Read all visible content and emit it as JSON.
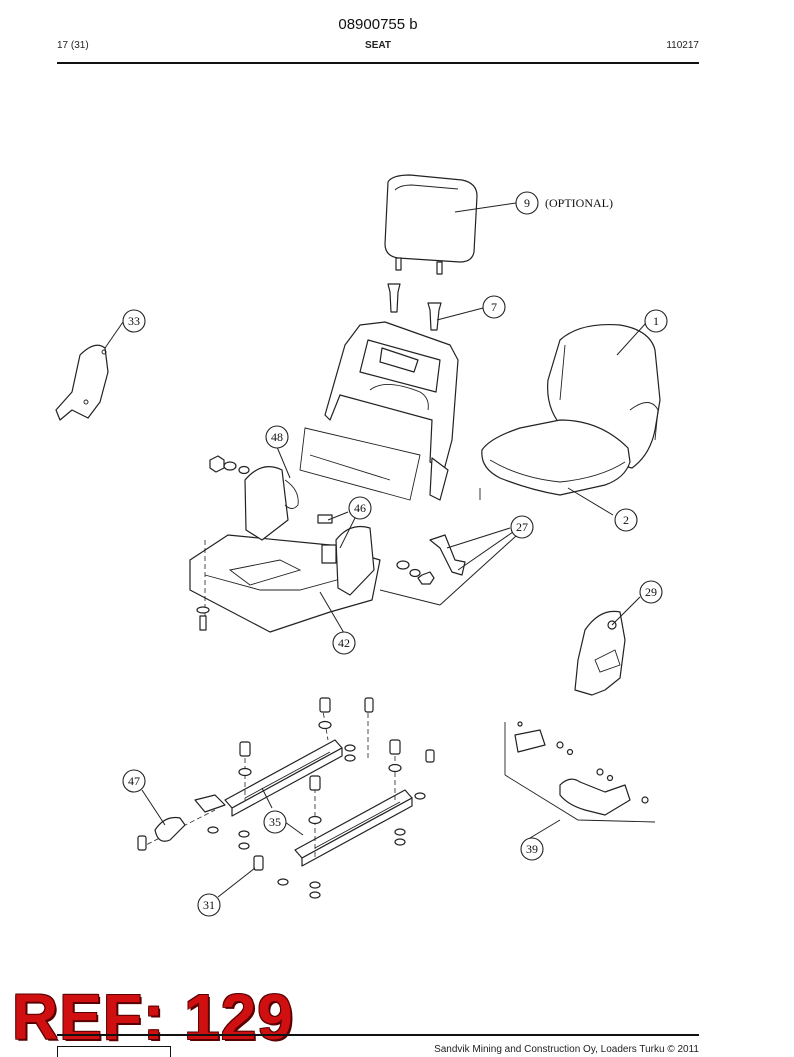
{
  "header": {
    "doc_number": "08900755 b",
    "page": "17 (31)",
    "section": "SEAT",
    "date_code": "110217"
  },
  "callouts": [
    "1",
    "2",
    "7",
    "9",
    "27",
    "29",
    "31",
    "33",
    "35",
    "39",
    "42",
    "46",
    "47",
    "48"
  ],
  "optional_label": "(OPTIONAL)",
  "ref_stamp": "REF: 129",
  "footer": {
    "copyright": "Sandvik Mining and Construction Oy, Loaders Turku © 2011"
  }
}
